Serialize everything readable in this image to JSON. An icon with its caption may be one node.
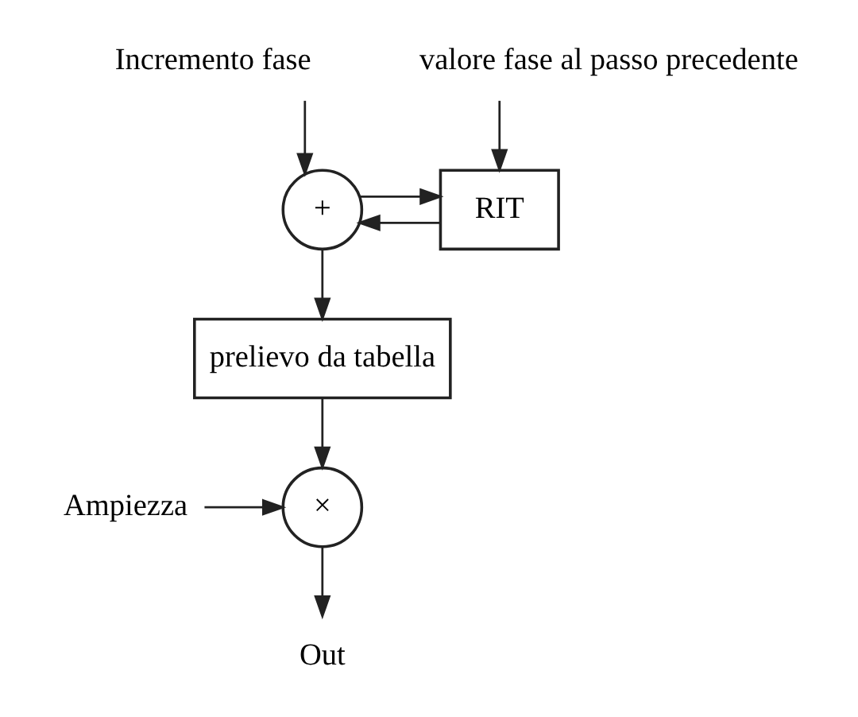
{
  "diagram": {
    "nodes": [
      {
        "text": [
          "Incremento fase"
        ]
      },
      {
        "text": [
          "+"
        ]
      },
      {
        "text": [
          "RIT"
        ]
      },
      {
        "text": [
          "valore fase al passo precedente"
        ]
      },
      {
        "text": [
          "prelievo da tabella"
        ]
      },
      {
        "text": [
          "Ampiezza"
        ]
      },
      {
        "text": [
          "×"
        ]
      },
      {
        "text": [
          "Out"
        ]
      }
    ],
    "edges": [
      {
        "from": 0,
        "to": 1,
        "arrow": "to"
      },
      {
        "from": 2,
        "to": 1,
        "arrow": "to"
      },
      {
        "from": 3,
        "to": 2,
        "arrow": "to"
      },
      {
        "from": 1,
        "to": 4,
        "arrow": "to"
      },
      {
        "from": 1,
        "to": 2,
        "arrow": "to"
      },
      {
        "from": 4,
        "to": 6,
        "arrow": "to"
      },
      {
        "from": 5,
        "to": 6,
        "arrow": "to"
      },
      {
        "from": 6,
        "to": 7,
        "arrow": "to"
      }
    ]
  }
}
